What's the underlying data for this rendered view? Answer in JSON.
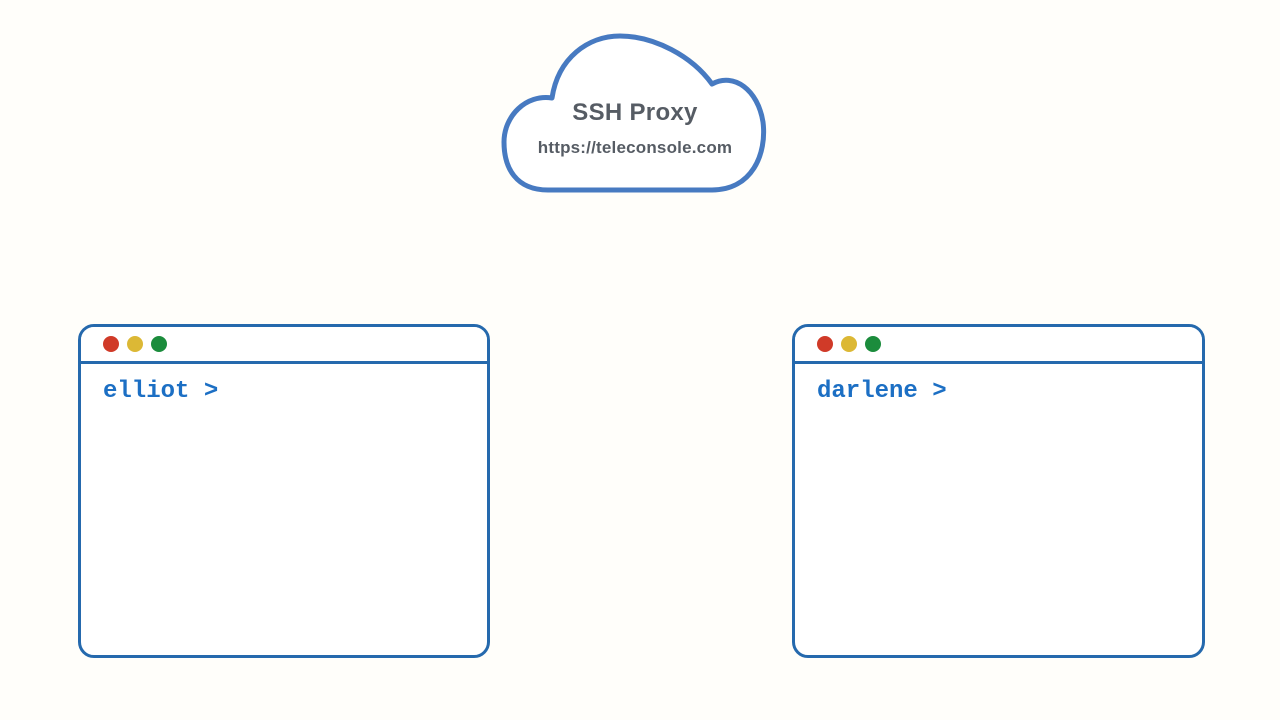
{
  "diagram": {
    "background_color": "#fffefa",
    "cloud": {
      "title": "SSH Proxy",
      "url": "https://teleconsole.com",
      "stroke_color": "#477ac1",
      "text_color": "#565c64"
    },
    "terminals": [
      {
        "name": "elliot",
        "prompt": "elliot >"
      },
      {
        "name": "darlene",
        "prompt": "darlene >"
      }
    ],
    "colors": {
      "window_border": "#2569ad",
      "prompt_text": "#1c6fc4",
      "traffic_light_red": "#d03a28",
      "traffic_light_yellow": "#dcb835",
      "traffic_light_green": "#1b8c3c"
    }
  }
}
